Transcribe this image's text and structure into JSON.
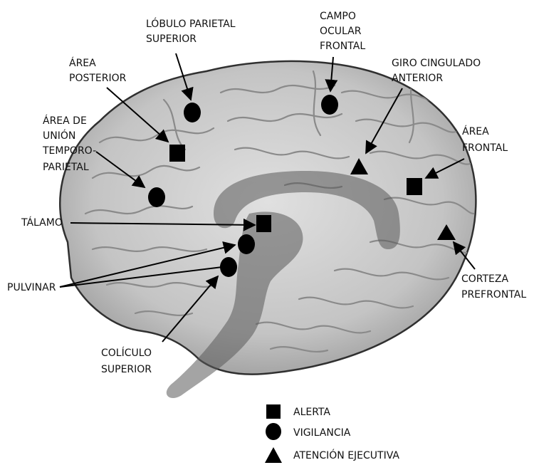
{
  "labels": {
    "lobulo_parietal": [
      "LÓBULO PARIETAL",
      "SUPERIOR"
    ],
    "campo_ocular": [
      "CAMPO",
      "OCULAR",
      "FRONTAL"
    ],
    "area_posterior": [
      "ÁREA",
      "POSTERIOR"
    ],
    "giro_cingulado": [
      "GIRO CINGULADO",
      "ANTERIOR"
    ],
    "union_temporo": [
      "ÁREA DE",
      "UNIÓN",
      "TEMPORO-",
      "PARIETAL"
    ],
    "area_frontal": [
      "ÁREA",
      "FRONTAL"
    ],
    "talamo": [
      "TÁLAMO"
    ],
    "pulvinar": [
      "PULVINAR"
    ],
    "corteza_prefrontal": [
      "CORTEZA",
      "PREFRONTAL"
    ],
    "coliculo_superior": [
      "COLÍCULO",
      "SUPERIOR"
    ]
  },
  "legend": [
    {
      "shape": "square",
      "label": "ALERTA"
    },
    {
      "shape": "circle",
      "label": "VIGILANCIA"
    },
    {
      "shape": "triangle",
      "label": "ATENCIÓN EJECUTIVA"
    }
  ],
  "colors": {
    "brain_fill": "#c9c9c9",
    "brain_outline": "#303030",
    "gyri": "#8a8a8a",
    "overlay": "#5a5a5a",
    "marker": "#000000",
    "text": "#111111"
  }
}
